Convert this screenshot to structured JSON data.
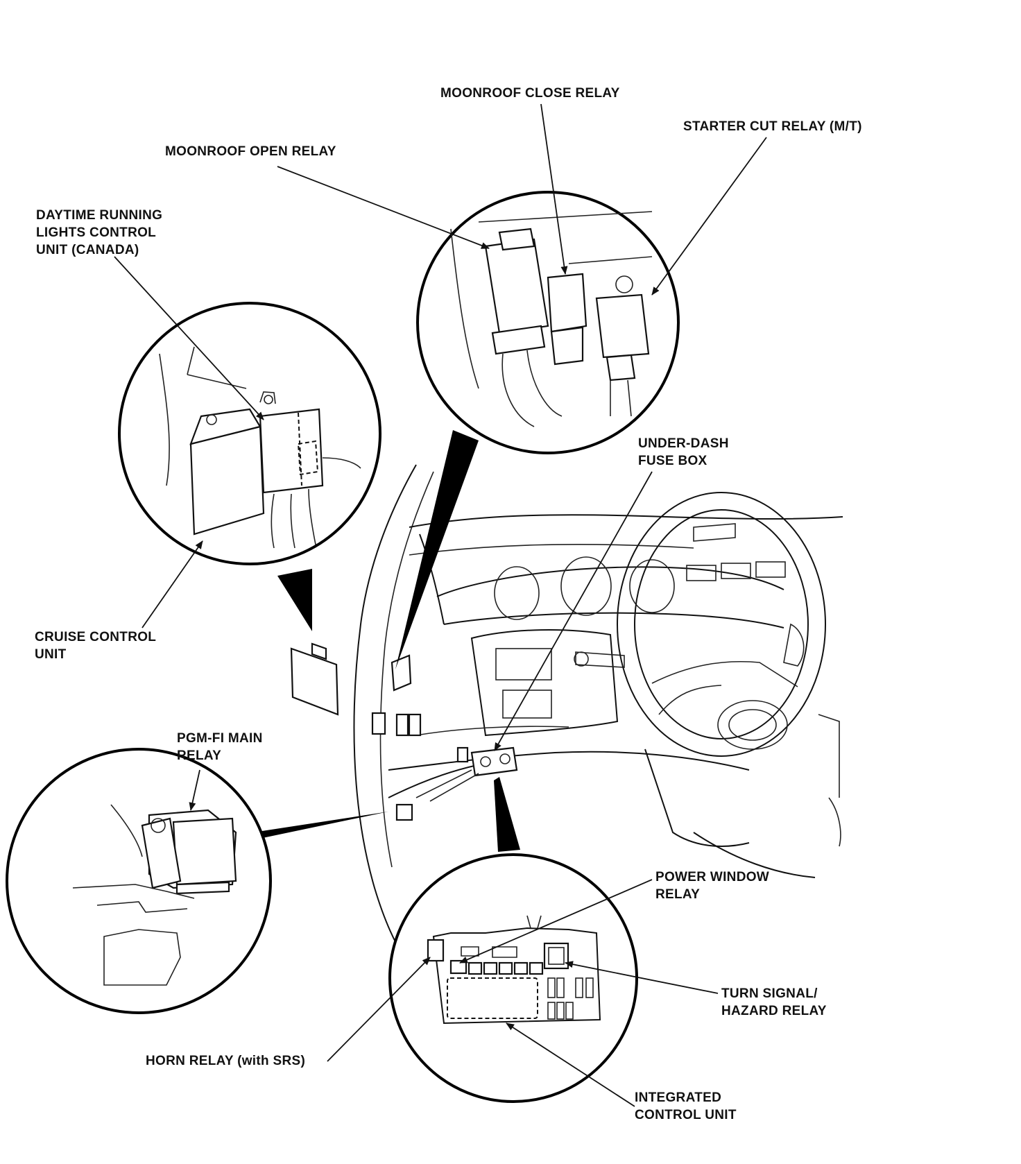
{
  "labels": {
    "moonroof_close_relay": "MOONROOF CLOSE RELAY",
    "starter_cut_relay": "STARTER CUT RELAY (M/T)",
    "moonroof_open_relay": "MOONROOF OPEN RELAY",
    "daytime_running_lights": [
      "DAYTIME RUNNING",
      "LIGHTS CONTROL",
      "UNIT (CANADA)"
    ],
    "under_dash_fuse_box": [
      "UNDER-DASH",
      "FUSE BOX"
    ],
    "cruise_control_unit": [
      "CRUISE CONTROL",
      "UNIT"
    ],
    "pgm_fi_main_relay": [
      "PGM-FI MAIN",
      "RELAY"
    ],
    "power_window_relay": [
      "POWER WINDOW",
      "RELAY"
    ],
    "turn_signal_hazard_relay": [
      "TURN SIGNAL/",
      "HAZARD RELAY"
    ],
    "horn_relay": "HORN RELAY (with SRS)",
    "integrated_control_unit": [
      "INTEGRATED",
      "CONTROL UNIT"
    ]
  }
}
